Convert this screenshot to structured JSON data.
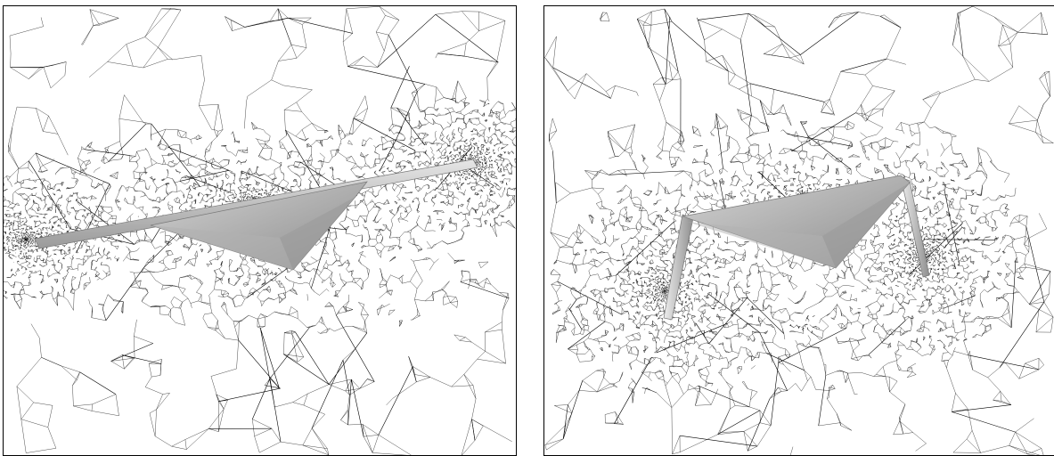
{
  "figure": {
    "panels": [
      {
        "id": "left",
        "view": "mesh-cross-section",
        "body": "swept-wing-planform",
        "colors": {
          "mesh": "#000000",
          "background": "#ffffff",
          "surface": "#b4b4b4"
        }
      },
      {
        "id": "right",
        "view": "mesh-cross-section",
        "body": "wing-with-folded-tips",
        "colors": {
          "mesh": "#000000",
          "background": "#ffffff",
          "surface": "#b4b4b4"
        }
      }
    ]
  }
}
